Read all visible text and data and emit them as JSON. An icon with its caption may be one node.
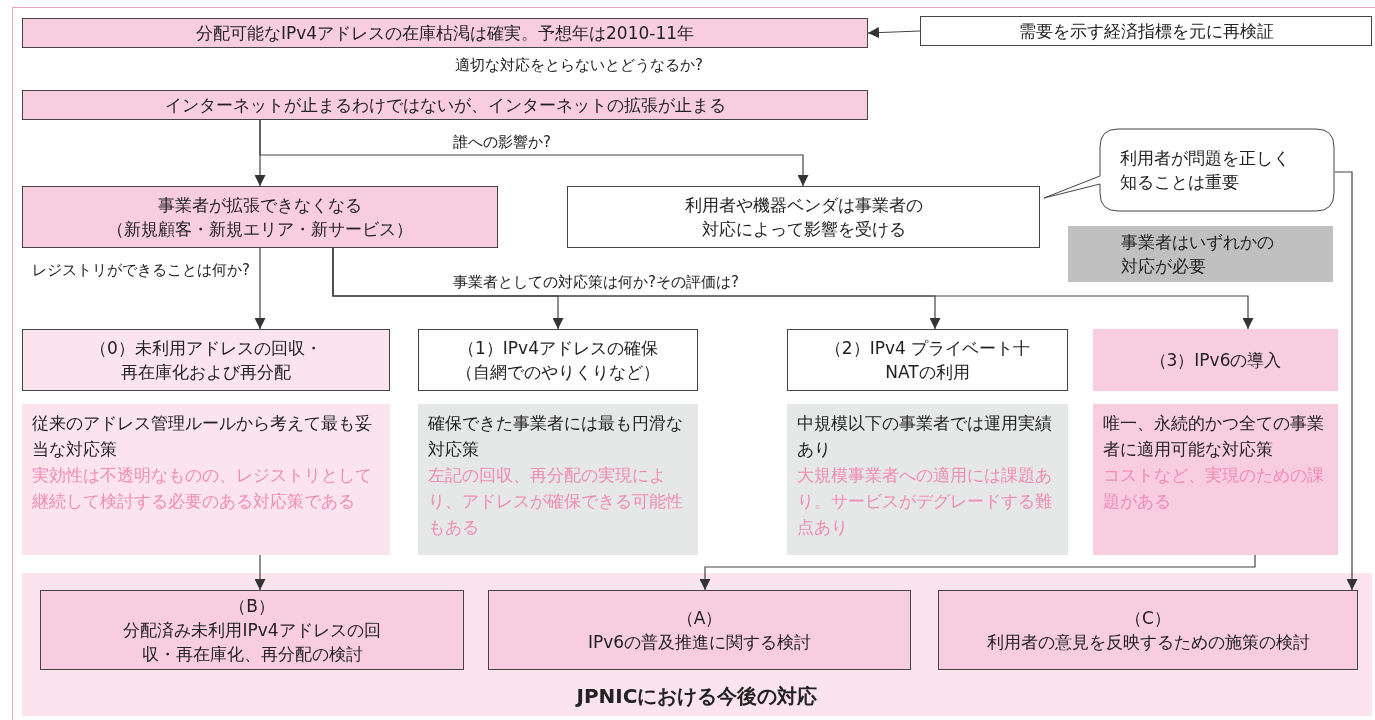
{
  "diagram": {
    "nodes": [
      {
        "text": [
          "分配可能なIPv4アドレスの在庫枯渇は確実。予想年は2010-11年"
        ]
      },
      {
        "text": [
          "需要を示す経済指標を元に再検証"
        ]
      },
      {
        "text": [
          "インターネットが止まるわけではないが、インターネットの拡張が止まる"
        ]
      },
      {
        "text": [
          "事業者が拡張できなくなる",
          "（新規顧客・新規エリア・新サービス）"
        ]
      },
      {
        "text": [
          "利用者や機器ベンダは事業者の対応によって影響を受ける"
        ]
      },
      {
        "text": [
          "利用者が問題を正しく知ることは重要"
        ]
      },
      {
        "text": [
          "事業者はいずれかの対応が必要"
        ]
      },
      {
        "text": [
          "（0）未利用アドレスの回収・再在庫化および再分配"
        ]
      },
      {
        "text": [
          "（1）IPv4アドレスの確保（自網でのやりくりなど）"
        ]
      },
      {
        "text": [
          "（2）IPv4 プライベート十NATの利用"
        ]
      },
      {
        "text": [
          "（3）IPv6の導入"
        ]
      },
      {
        "text": [
          "従来のアドレス管理ルールから考えて最も妥当な対応策",
          "実効性は不透明なものの、レジストリとして継続して検討する必要のある対応策である"
        ]
      },
      {
        "text": [
          "確保できた事業者には最も円滑な対応策",
          "左記の回収、再分配の実現により、アドレスが確保できる可能性もある"
        ]
      },
      {
        "text": [
          "中規模以下の事業者では運用実績あり",
          "大規模事業者への適用には課題あり。サービスがデグレードする難点あり"
        ]
      },
      {
        "text": [
          "唯一、永続的かつ全ての事業者に適用可能な対応策",
          "コストなど、実現のための課題がある"
        ]
      },
      {
        "text": [
          "JPNICにおける今後の対応"
        ]
      },
      {
        "text": [
          "（B）",
          "分配済み未利用IPv4アドレスの回収・再在庫化、再分配の検討"
        ],
        "in": 15
      },
      {
        "text": [
          "（A）",
          "IPv6の普及推進に関する検討"
        ],
        "in": 15
      },
      {
        "text": [
          "（C）",
          "利用者の意見を反映するための施策の検討"
        ],
        "in": 15
      }
    ],
    "edges": [
      {
        "from": 1,
        "to": 0,
        "arrow": "to"
      },
      {
        "from": 2,
        "to": 3,
        "arrow": "to"
      },
      {
        "from": 2,
        "to": 4,
        "arrow": "to"
      },
      {
        "from": 3,
        "to": 7,
        "arrow": "to"
      },
      {
        "from": 3,
        "to": 8,
        "arrow": "to"
      },
      {
        "from": 3,
        "to": 9,
        "arrow": "to"
      },
      {
        "from": 3,
        "to": 10,
        "arrow": "to"
      },
      {
        "from": 11,
        "to": 16,
        "arrow": "to"
      },
      {
        "from": 14,
        "to": 17,
        "arrow": "to"
      },
      {
        "from": 5,
        "to": 18,
        "arrow": "to"
      }
    ],
    "labels": [
      "適切な対応をとらないとどうなるか?",
      "誰への影響か?",
      "レジストリができることは何か?",
      "事業者としての対応策は何か?その評価は?"
    ]
  }
}
